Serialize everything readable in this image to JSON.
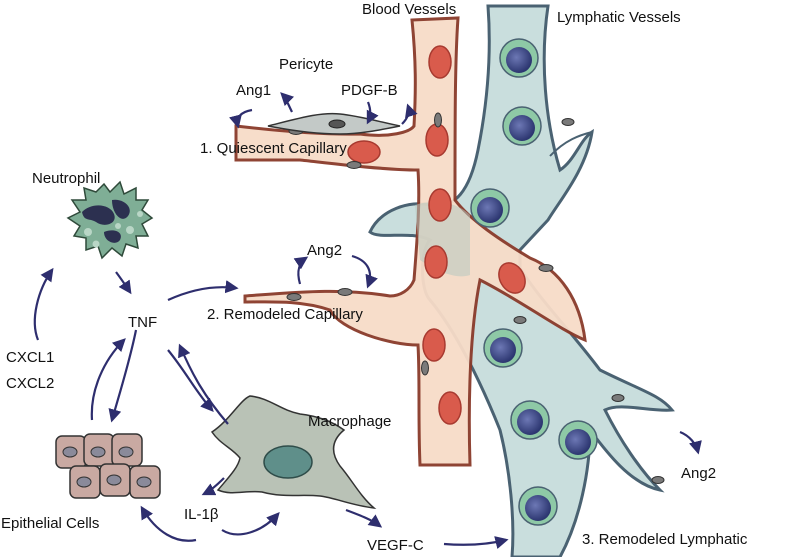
{
  "labels": {
    "blood_vessels": "Blood Vessels",
    "lymphatic_vessels": "Lymphatic Vessels",
    "pericyte": "Pericyte",
    "ang1": "Ang1",
    "pdgfb": "PDGF-B",
    "quiescent": "1. Quiescent Capillary",
    "neutrophil": "Neutrophil",
    "ang2_top": "Ang2",
    "tnf": "TNF",
    "remodeled_cap": "2. Remodeled Capillary",
    "cxcl1": "CXCL1",
    "cxcl2": "CXCL2",
    "macrophage": "Macrophage",
    "ang2_right": "Ang2",
    "epithelial": "Epithelial Cells",
    "il1b": "IL-1β",
    "vegfc": "VEGF-C",
    "remodeled_lymph": "3. Remodeled Lymphatic"
  },
  "colors": {
    "vessel_fill": "#f7dcc8",
    "vessel_wall": "#8a3a2a",
    "rbc": "#d95b4c",
    "lymph_fill": "#c9dedd",
    "lymph_wall": "#4a6272",
    "lymph_cell_outer": "#8ec9a6",
    "lymph_cell_inner": "#3c4a80",
    "neutrophil": "#7fae96",
    "macrophage": "#b9c2b6",
    "epithelial": "#c9a9a2",
    "arrow": "#2e2e6e"
  }
}
